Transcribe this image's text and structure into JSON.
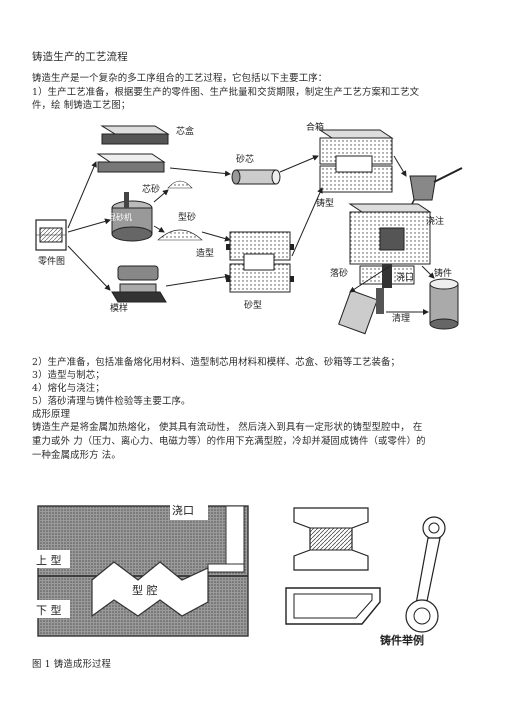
{
  "doc": {
    "title": "铸造生产的工艺流程",
    "intro": "铸造生产是一个复杂的多工序组合的工艺过程，它包括以下主要工序：",
    "step1_line1": "1）生产工艺准备，根据要生产的零件图、生产批量和交货期限，制定生产工艺方案和工艺文",
    "step1_line2": "件，绘  制铸造工艺图；",
    "step2": "2）生产准备，包括准备熔化用材料、造型制芯用材料和模样、芯盒、砂箱等工艺装备；",
    "step3": "3）造型与制芯；",
    "step4": "4）熔化与浇注；",
    "step5": "5）落砂清理与铸件检验等主要工序。",
    "principle_title": "成形原理",
    "principle_line1": "铸造生产是将金属加热熔化，  使其具有流动性，  然后浇入到具有一定形状的铸型型腔中，  在",
    "principle_line2": "重力或外  力（压力、离心力、电磁力等）的作用下充满型腔，冷却并凝固成铸件（或零件）的",
    "principle_line3": "一种金属成形方  法。",
    "figure_caption": "图 1  铸造成形过程"
  },
  "flow_diagram": {
    "labels": {
      "core_box": "芯盒",
      "core": "砂芯",
      "mixer": "芯砂",
      "sand_mixer": "混砂机",
      "molding_sand": "型砂",
      "part_drawing": "零件图",
      "molding": "造型",
      "mold": "砂型",
      "pattern": "模样",
      "box_close": "合箱",
      "casting_mold": "铸型",
      "pouring": "浇注",
      "shakeout": "落砂",
      "gate": "浇口",
      "casting": "铸件",
      "cleaning": "清理"
    }
  },
  "forming_diagram": {
    "labels": {
      "gate": "浇口",
      "upper": "上  型",
      "cavity": "型 腔",
      "lower": "下  型",
      "examples": "铸件举例"
    }
  }
}
